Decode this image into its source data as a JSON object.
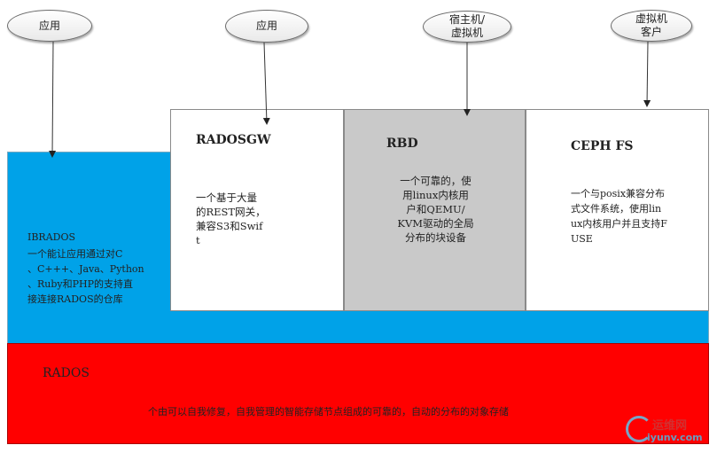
{
  "clients": [
    {
      "label": "应用"
    },
    {
      "label": "应用"
    },
    {
      "label": "宿主机/\n虚拟机"
    },
    {
      "label": "虚拟机\n客户"
    }
  ],
  "librados": {
    "title": "IBRADOS",
    "description": "一个能让应用通过对C\n、C+++、Java、Python\n、Ruby和PHP的支持直\n接连接RADOS的仓库"
  },
  "radosgw": {
    "title": "RADOSGW",
    "description": "一个基于大量\n的REST网关，\n兼容S3和Swif\nt"
  },
  "rbd": {
    "title": "RBD",
    "description": "一个可靠的，使\n用linux内核用\n户和QEMU/\nKVM驱动的全局\n分布的块设备"
  },
  "cephfs": {
    "title": "CEPH FS",
    "description": "一个与posix兼容分布\n式文件系统，使用lin\nux内核用户并且支持F\nUSE"
  },
  "rados": {
    "title": "RADOS",
    "description": "个由可以自我修复，自我管理的智能存储节点组成的可靠的，自动的分布的对象存储"
  },
  "watermark": {
    "top": "运维网",
    "bottom": "iyunv.com"
  },
  "colors": {
    "librados": "#00a2e8",
    "rados": "#ff0000",
    "rbd": "#c9c9c9"
  }
}
